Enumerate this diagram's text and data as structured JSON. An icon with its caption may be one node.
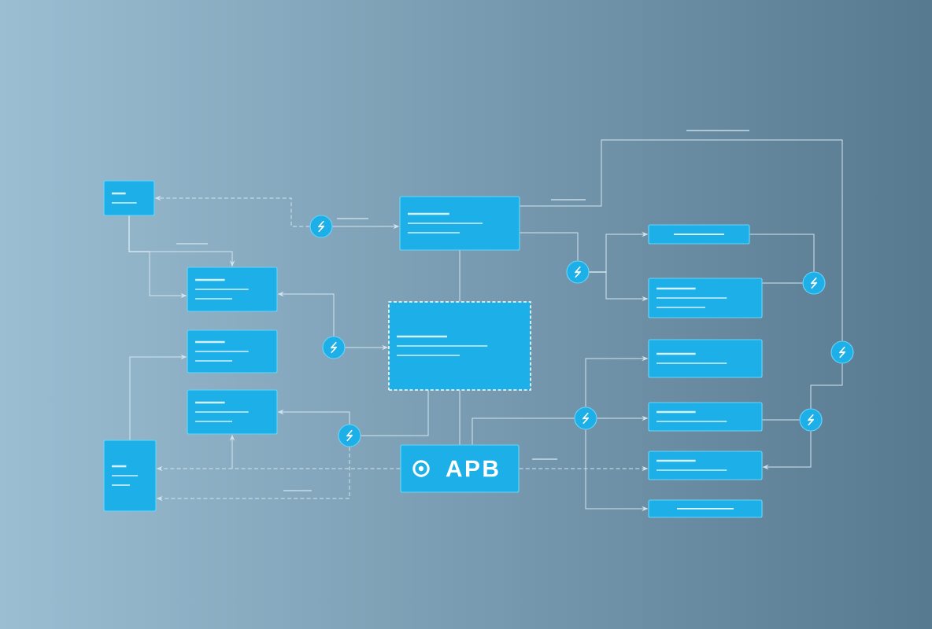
{
  "diagram": {
    "nodes": [
      {
        "text": [],
        "shape": "box"
      },
      {
        "text": [],
        "shape": "circle"
      },
      {
        "text": [],
        "shape": "box"
      },
      {
        "text": [],
        "shape": "box"
      },
      {
        "text": [],
        "shape": "circle"
      },
      {
        "text": [],
        "shape": "box"
      },
      {
        "text": [],
        "shape": "box"
      },
      {
        "text": [],
        "shape": "box"
      },
      {
        "text": [],
        "shape": "circle"
      },
      {
        "text": [],
        "shape": "box"
      },
      {
        "text": [
          "APB"
        ]
      },
      {
        "text": [],
        "shape": "circle"
      },
      {
        "text": [],
        "shape": "box"
      },
      {
        "text": [],
        "shape": "box"
      },
      {
        "text": [],
        "shape": "box"
      },
      {
        "text": [],
        "shape": "circle"
      },
      {
        "text": [],
        "shape": "box"
      },
      {
        "text": [],
        "shape": "box"
      },
      {
        "text": [],
        "shape": "box"
      },
      {
        "text": [],
        "shape": "circle"
      },
      {
        "text": [],
        "shape": "circle"
      },
      {
        "text": [],
        "shape": "circle"
      }
    ],
    "edges": [
      {
        "from": 1,
        "to": 0,
        "arrow": "to",
        "style": "dashed"
      },
      {
        "from": 1,
        "to": 2,
        "arrow": "to"
      },
      {
        "from": 0,
        "to": 3,
        "arrow": "to"
      },
      {
        "from": 0,
        "to": 3,
        "arrow": "to"
      },
      {
        "from": 4,
        "to": 3,
        "arrow": "to"
      },
      {
        "from": 4,
        "to": 5,
        "arrow": "to"
      },
      {
        "from": 9,
        "to": 6,
        "arrow": "to"
      },
      {
        "from": null,
        "to": 7,
        "arrow": "to"
      },
      {
        "from": 8,
        "to": 7,
        "arrow": "to"
      },
      {
        "from": 2,
        "to": 5,
        "arrow": "none"
      },
      {
        "from": 5,
        "to": 10,
        "arrow": "none"
      },
      {
        "from": 5,
        "to": 8,
        "arrow": "none"
      },
      {
        "from": 10,
        "to": 9,
        "arrow": "to",
        "style": "dashed"
      },
      {
        "from": 8,
        "to": 9,
        "arrow": "to",
        "style": "dashed"
      },
      {
        "from": 2,
        "to": 11,
        "arrow": "none"
      },
      {
        "from": 2,
        "to": 20,
        "arrow": "none"
      },
      {
        "from": 11,
        "to": 12,
        "arrow": "to"
      },
      {
        "from": 11,
        "to": 13,
        "arrow": "to"
      },
      {
        "from": 12,
        "to": 19,
        "arrow": "none"
      },
      {
        "from": 13,
        "to": 19,
        "arrow": "none"
      },
      {
        "from": 10,
        "to": 15,
        "arrow": "none"
      },
      {
        "from": 15,
        "to": 14,
        "arrow": "to"
      },
      {
        "from": 15,
        "to": 16,
        "arrow": "to"
      },
      {
        "from": 15,
        "to": 18,
        "arrow": "to"
      },
      {
        "from": 10,
        "to": 17,
        "arrow": "to",
        "style": "dashed"
      },
      {
        "from": 20,
        "to": 21,
        "arrow": "none"
      },
      {
        "from": 16,
        "to": 21,
        "arrow": "none"
      },
      {
        "from": 21,
        "to": 17,
        "arrow": "to"
      }
    ]
  }
}
